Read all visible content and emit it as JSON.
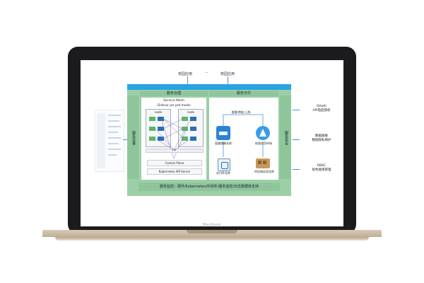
{
  "device": {
    "brand": "Macbook"
  },
  "diagram": {
    "apps": [
      "校园应用",
      "...",
      "校园应用"
    ],
    "mesh_header": "服务治理",
    "mesh_title": "Service Mesh",
    "mesh_subtitle": "(Sidecar per pod mode)",
    "node_label": "node",
    "cni_label": "CNI",
    "control_plane": "Control Plane",
    "k8s_api": "Kubernetes API Server",
    "delivery_header": "服务交付",
    "delivery_flow": "查看/审批/上线",
    "container_repo": "容器镜像仓库",
    "app_market": "校园应用市场",
    "file_repo": "交付件仓库",
    "dept_repo": "供应商应用仓库",
    "left_side_label": "服务目录",
    "right_side_label": "服务安全",
    "footer": "服务监控：硬件/Kubernetes/中间件/服务监控/日志数据库支持",
    "security_items": [
      {
        "title": "OAuth",
        "desc": "API电度授权"
      },
      {
        "title": "数据脱敏",
        "desc": "数据隐私保护"
      },
      {
        "title": "RBAC",
        "desc": "角色能限管理"
      }
    ]
  }
}
